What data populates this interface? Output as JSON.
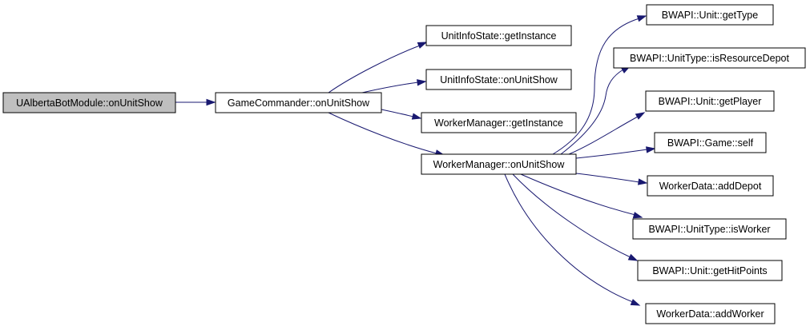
{
  "graph": {
    "edge_color": "#191970",
    "root_fill": "#bfbfbf",
    "nodes": [
      {
        "id": "root",
        "label": "UAlbertaBotModule::onUnitShow"
      },
      {
        "id": "gc",
        "label": "GameCommander::onUnitShow"
      },
      {
        "id": "uis_gi",
        "label": "UnitInfoState::getInstance"
      },
      {
        "id": "uis_ous",
        "label": "UnitInfoState::onUnitShow"
      },
      {
        "id": "wm_gi",
        "label": "WorkerManager::getInstance"
      },
      {
        "id": "wm_ous",
        "label": "WorkerManager::onUnitShow"
      },
      {
        "id": "unit_gettype",
        "label": "BWAPI::Unit::getType"
      },
      {
        "id": "ut_isrd",
        "label": "BWAPI::UnitType::isResourceDepot"
      },
      {
        "id": "unit_getplayer",
        "label": "BWAPI::Unit::getPlayer"
      },
      {
        "id": "game_self",
        "label": "BWAPI::Game::self"
      },
      {
        "id": "wd_adddepot",
        "label": "WorkerData::addDepot"
      },
      {
        "id": "ut_isworker",
        "label": "BWAPI::UnitType::isWorker"
      },
      {
        "id": "unit_gethp",
        "label": "BWAPI::Unit::getHitPoints"
      },
      {
        "id": "wd_addworker",
        "label": "WorkerData::addWorker"
      }
    ],
    "edges": [
      {
        "from": "root",
        "to": "gc"
      },
      {
        "from": "gc",
        "to": "uis_gi"
      },
      {
        "from": "gc",
        "to": "uis_ous"
      },
      {
        "from": "gc",
        "to": "wm_gi"
      },
      {
        "from": "gc",
        "to": "wm_ous"
      },
      {
        "from": "wm_ous",
        "to": "unit_gettype"
      },
      {
        "from": "wm_ous",
        "to": "ut_isrd"
      },
      {
        "from": "wm_ous",
        "to": "unit_getplayer"
      },
      {
        "from": "wm_ous",
        "to": "game_self"
      },
      {
        "from": "wm_ous",
        "to": "wd_adddepot"
      },
      {
        "from": "wm_ous",
        "to": "ut_isworker"
      },
      {
        "from": "wm_ous",
        "to": "unit_gethp"
      },
      {
        "from": "wm_ous",
        "to": "wd_addworker"
      }
    ]
  }
}
